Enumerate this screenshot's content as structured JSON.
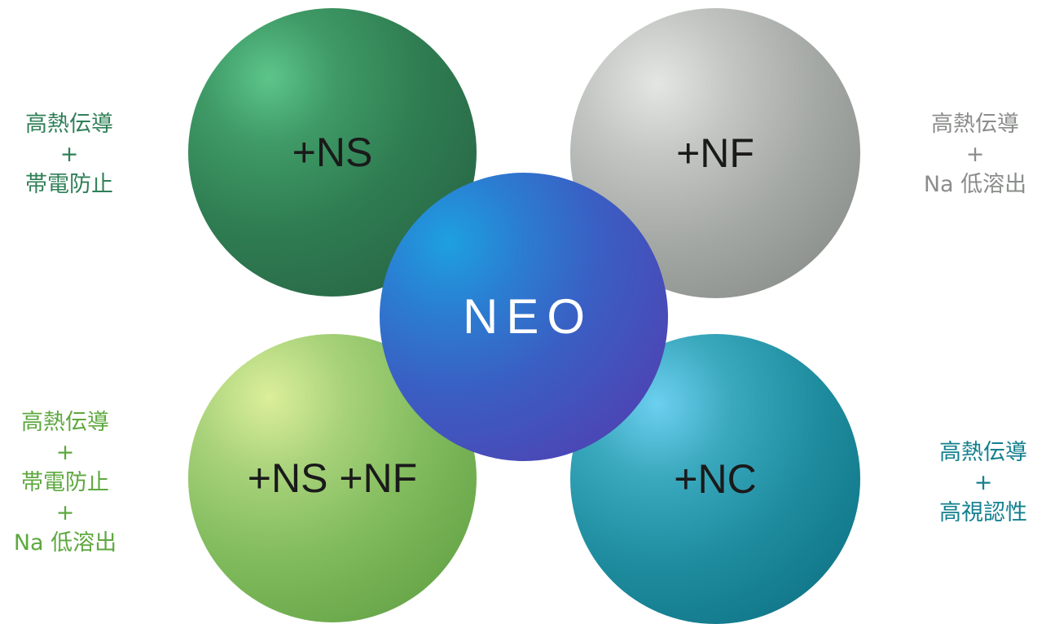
{
  "diagram": {
    "center": {
      "label": "NEO",
      "color": "#4a4fbc"
    },
    "nodes": [
      {
        "id": "ns",
        "label": "+NS",
        "color": "#2f7d52",
        "description": [
          "高熱伝導",
          "+",
          "帯電防止"
        ],
        "description_color": "#2f7f57"
      },
      {
        "id": "nf",
        "label": "+NF",
        "color": "#a4a8a4",
        "description": [
          "高熱伝導",
          "+",
          "Na 低溶出"
        ],
        "description_color": "#8a8d8a"
      },
      {
        "id": "nsnf",
        "label": "+NS +NF",
        "color": "#82bc5e",
        "description": [
          "高熱伝導",
          "+",
          "帯電防止",
          "+",
          "Na 低溶出"
        ],
        "description_color": "#5ea83f"
      },
      {
        "id": "nc",
        "label": "+NC",
        "color": "#1e8c9e",
        "description": [
          "高熱伝導",
          "+",
          "高視認性"
        ],
        "description_color": "#13808f"
      }
    ]
  }
}
